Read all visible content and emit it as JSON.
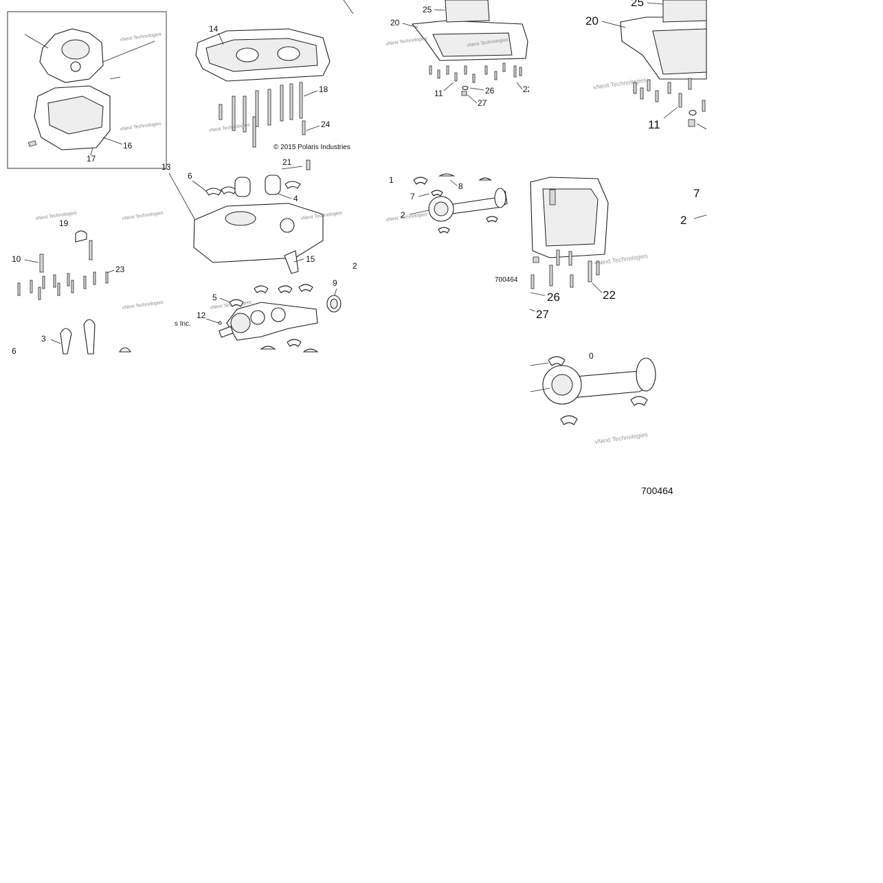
{
  "diagram": {
    "copyright": "© 2015 Polaris Industries",
    "copyright_fragment": "s Inc.",
    "watermark": "vNext Technologies",
    "figure_ids": [
      "700464",
      "700464"
    ],
    "callouts": {
      "c14": "14",
      "c18": "18",
      "c24": "24",
      "c13": "13",
      "c16": "16",
      "c17": "17",
      "c21": "21",
      "c6": "6",
      "c4": "4",
      "c19": "19",
      "c10": "10",
      "c23": "23",
      "c15": "15",
      "c2a": "2",
      "c9": "9",
      "c5": "5",
      "c12": "12",
      "c3": "3",
      "c6b": "6",
      "c25a": "25",
      "c20a": "20",
      "c11a": "11",
      "c26a": "26",
      "c27a": "27",
      "c22a": "22",
      "c1": "1",
      "c8": "8",
      "c7a": "7",
      "c2b": "2",
      "c25b": "25",
      "c20b": "20",
      "c11b": "11",
      "c7b": "7",
      "c2c": "2",
      "c26b": "26",
      "c27b": "27",
      "c22b": "22",
      "c0": "0"
    }
  }
}
